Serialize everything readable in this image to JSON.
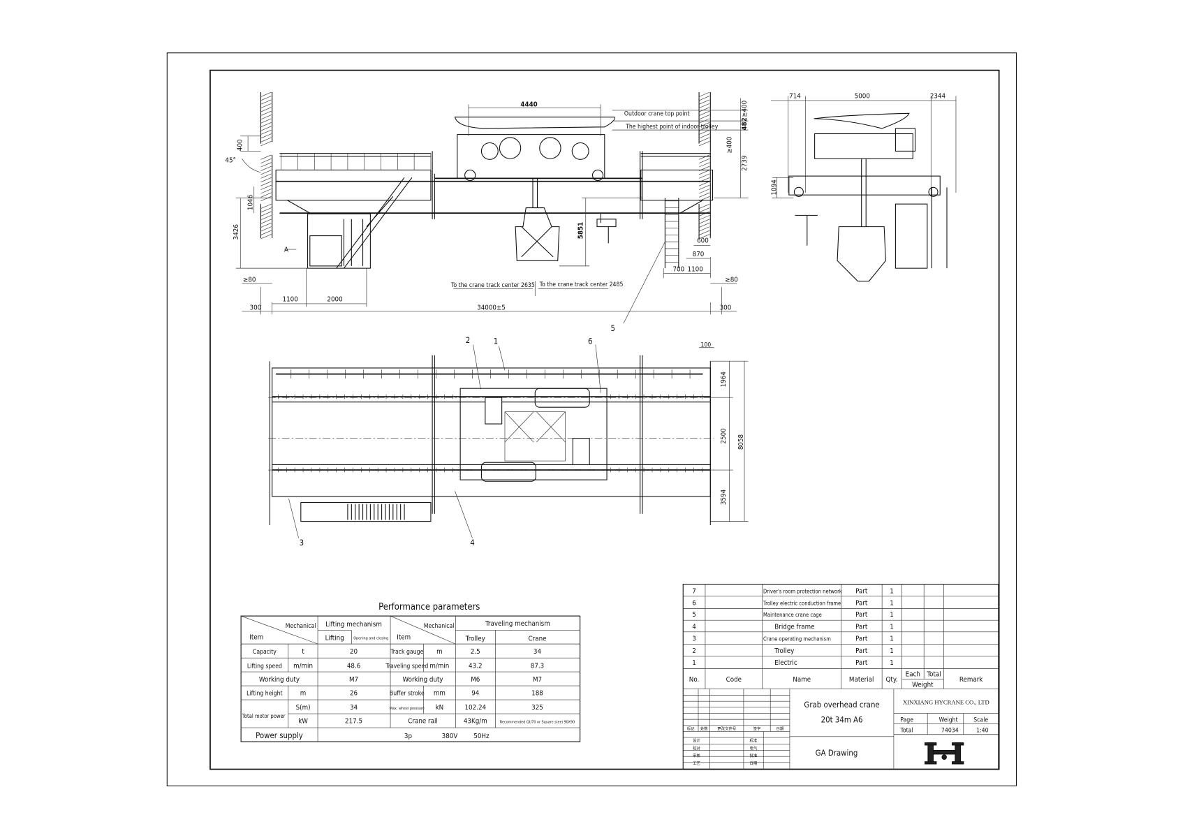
{
  "elevation_view": {
    "dimensions": {
      "trolley_gauge_4440": "4440",
      "span": "34000±5",
      "left_clearance": "300",
      "right_clearance": "300",
      "left_offset_1100": "1100",
      "cab_width_2000": "2000",
      "left_min_80": "≥80",
      "right_min_80": "≥80",
      "height_3426": "3426",
      "height_1046": "1046",
      "height_400": "400",
      "angle": "45°",
      "grab_height_5851": "5851",
      "ladder_600": "600",
      "ladder_870": "870",
      "ladder_700": "700",
      "ladder_1100": "1100",
      "top_min_400": "≥400",
      "dim_482": "482",
      "side_min_400": "≥400",
      "height_2739": "2739"
    },
    "notes": {
      "outdoor_top": "Outdoor crane top point",
      "indoor_top": "The highest point of indoor trolley",
      "track_center_left": "To the crane track center 2635",
      "track_center_right": "To the crane track center 2485",
      "view_a": "A"
    }
  },
  "side_view": {
    "dimensions": {
      "left": "714",
      "middle": "5000",
      "right": "2344",
      "height": "1094"
    }
  },
  "plan_view": {
    "callouts": [
      "1",
      "2",
      "3",
      "4",
      "5",
      "6"
    ],
    "dimensions": {
      "d100": "100",
      "d1964": "1964",
      "d2500": "2500",
      "d8058": "8058",
      "d3594": "3594"
    }
  },
  "performance": {
    "title": "Performance parameters",
    "header": {
      "mechanical": "Mechanical",
      "item": "Item",
      "lifting_mechanism": "Lifting mechanism",
      "lifting": "Lifting",
      "opening_closing": "Opening and closing",
      "traveling_mechanism": "Traveling mechanism",
      "trolley": "Trolley",
      "crane": "Crane"
    },
    "left_rows": [
      {
        "item": "Capacity",
        "unit": "t",
        "value": "20"
      },
      {
        "item": "Lifting speed",
        "unit": "m/min",
        "value": "48.6"
      },
      {
        "item": "Working  duty",
        "unit": "",
        "value": "M7"
      },
      {
        "item": "Lifting height",
        "unit": "m",
        "value": "26"
      },
      {
        "item": "Total motor power",
        "unit": "S(m)",
        "value": "34"
      },
      {
        "item": "",
        "unit": "kW",
        "value": "217.5"
      }
    ],
    "right_rows": [
      {
        "item": "Track gauge",
        "unit": "m",
        "trolley": "2.5",
        "crane": "34"
      },
      {
        "item": "Traveling speed",
        "unit": "m/min",
        "trolley": "43.2",
        "crane": "87.3"
      },
      {
        "item": "Working  duty",
        "unit": "",
        "trolley": "M6",
        "crane": "M7"
      },
      {
        "item": "Buffer stroke",
        "unit": "mm",
        "trolley": "94",
        "crane": "188"
      },
      {
        "item": "Max. wheel pressure",
        "unit": "kN",
        "trolley": "102.24",
        "crane": "325"
      },
      {
        "item": "Crane rail",
        "unit": "",
        "trolley": "43Kg/m",
        "crane": "Recommended QU70 or Square steel 90X90"
      }
    ],
    "power_supply": {
      "label": "Power  supply",
      "phase": "3p",
      "voltage": "380V",
      "frequency": "50Hz"
    }
  },
  "parts_list": {
    "header": {
      "no": "No.",
      "code": "Code",
      "name": "Name",
      "material": "Material",
      "qty": "Qty.",
      "each": "Each",
      "total": "Total",
      "weight": "Weight",
      "remark": "Remark"
    },
    "rows": [
      {
        "no": "7",
        "name": "Driver's room protection network",
        "material": "Part",
        "qty": "1"
      },
      {
        "no": "6",
        "name": "Trolley electric conduction frame",
        "material": "Part",
        "qty": "1"
      },
      {
        "no": "5",
        "name": "Maintenance crane cage",
        "material": "Part",
        "qty": "1"
      },
      {
        "no": "4",
        "name": "Bridge frame",
        "material": "Part",
        "qty": "1"
      },
      {
        "no": "3",
        "name": "Crane operating mechanism",
        "material": "Part",
        "qty": "1"
      },
      {
        "no": "2",
        "name": "Trolley",
        "material": "Part",
        "qty": "1"
      },
      {
        "no": "1",
        "name": "Electric",
        "material": "Part",
        "qty": "1"
      }
    ]
  },
  "title_block": {
    "revision_header": [
      "标记",
      "处数",
      "更改文件号",
      "签字",
      "日期"
    ],
    "signoff": [
      [
        "设计",
        "标准"
      ],
      [
        "校对",
        "电气"
      ],
      [
        "审核",
        "批准"
      ],
      [
        "工艺",
        "日期"
      ]
    ],
    "product_name": "Grab overhead crane",
    "product_spec": "20t 34m  A6",
    "drawing_type": "GA Drawing",
    "company": "XINXIANG HYCRANE CO., LTD",
    "page_label": "Page",
    "page_value": "Total",
    "weight_label": "Weight",
    "weight_value": "74034",
    "scale_label": "Scale",
    "scale_value": "1:40",
    "logo_text": "HH"
  }
}
